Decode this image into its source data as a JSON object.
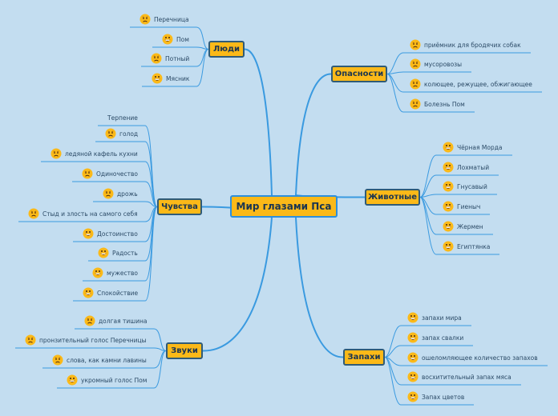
{
  "title": "Мир глазами Пса",
  "branches": [
    {
      "id": "people",
      "label": "Люди",
      "leaves": [
        {
          "text": "Перечница",
          "mood": "sad"
        },
        {
          "text": "Пом",
          "mood": "happy"
        },
        {
          "text": "Потный",
          "mood": "sad"
        },
        {
          "text": "Мясник",
          "mood": "happy"
        }
      ]
    },
    {
      "id": "dangers",
      "label": "Опасности",
      "leaves": [
        {
          "text": "приёмник для бродячих собак",
          "mood": "sad"
        },
        {
          "text": "мусоровозы",
          "mood": "sad"
        },
        {
          "text": "колющее, режущее, обжигающее",
          "mood": "sad"
        },
        {
          "text": "Болезнь Пом",
          "mood": "sad"
        }
      ]
    },
    {
      "id": "animals",
      "label": "Животные",
      "leaves": [
        {
          "text": "Чёрная Морда",
          "mood": "happy"
        },
        {
          "text": "Лохматый",
          "mood": "happy"
        },
        {
          "text": "Гнусавый",
          "mood": "happy"
        },
        {
          "text": "Гиеныч",
          "mood": "happy"
        },
        {
          "text": "Жермен",
          "mood": "happy"
        },
        {
          "text": "Египтянка",
          "mood": "happy"
        }
      ]
    },
    {
      "id": "smells",
      "label": "Запахи",
      "leaves": [
        {
          "text": "запахи мира",
          "mood": "happy"
        },
        {
          "text": "запах свалки",
          "mood": "happy"
        },
        {
          "text": "ошеломляющее количество запахов",
          "mood": "happy"
        },
        {
          "text": "восхитительный запах мяса",
          "mood": "happy"
        },
        {
          "text": "Запах цветов",
          "mood": "happy"
        }
      ]
    },
    {
      "id": "sounds",
      "label": "Звуки",
      "leaves": [
        {
          "text": "долгая тишина",
          "mood": "sad"
        },
        {
          "text": "пронзительный голос Перечницы",
          "mood": "sad"
        },
        {
          "text": "слова, как камни лавины",
          "mood": "sad"
        },
        {
          "text": "укромный голос Пом",
          "mood": "happy"
        }
      ]
    },
    {
      "id": "feelings",
      "label": "Чувства",
      "leaves": [
        {
          "text": "Терпение",
          "mood": "none"
        },
        {
          "text": "голод",
          "mood": "sad"
        },
        {
          "text": "ледяной кафель кухни",
          "mood": "sad"
        },
        {
          "text": "Одиночество",
          "mood": "sad"
        },
        {
          "text": "дрожь",
          "mood": "sad"
        },
        {
          "text": "Стыд и злость на самого себя",
          "mood": "sad"
        },
        {
          "text": "Достоинство",
          "mood": "happy"
        },
        {
          "text": "Радость",
          "mood": "happy"
        },
        {
          "text": "мужество",
          "mood": "happy"
        },
        {
          "text": "Спокойствие",
          "mood": "happy"
        }
      ]
    }
  ],
  "colors": {
    "node": "#fbb918",
    "line": "#3a9ae0",
    "background": "#c3ddf0"
  }
}
